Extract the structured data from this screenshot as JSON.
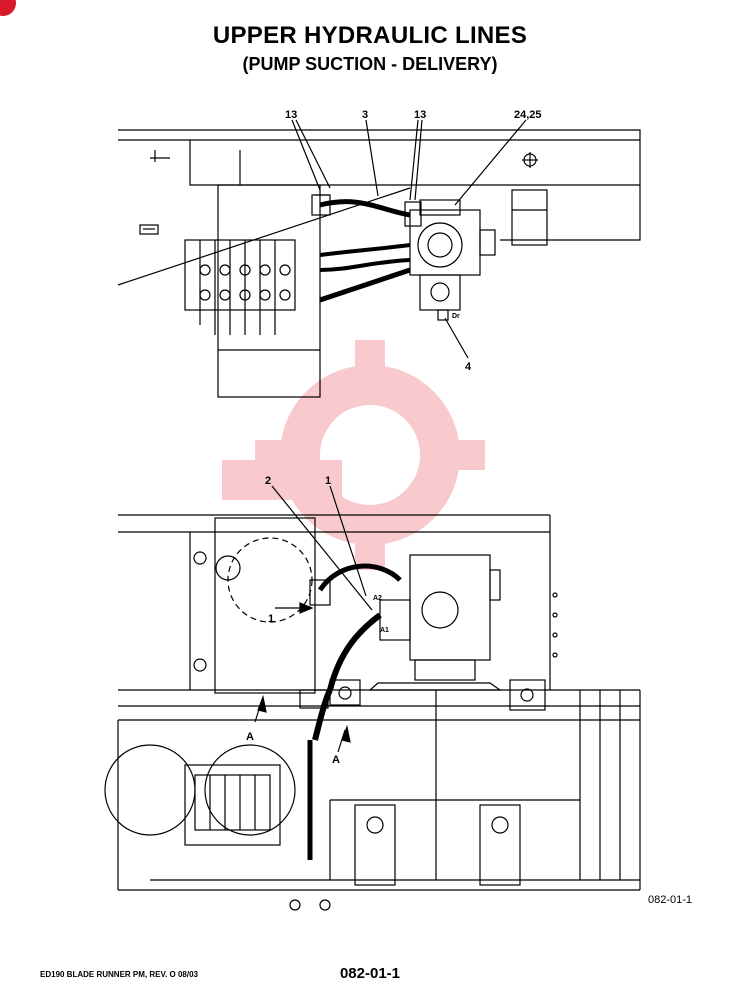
{
  "page": {
    "title": "UPPER HYDRAULIC LINES",
    "subtitle": "(PUMP SUCTION - DELIVERY)",
    "footer_left": "ED190 BLADE RUNNER PM, REV. O 08/03",
    "footer_page": "082-01-1",
    "figure_ref": "082-01-1"
  },
  "top_view": {
    "callouts": [
      "13",
      "3",
      "13",
      "24,25",
      "4"
    ],
    "port_label": "Dr"
  },
  "bottom_view": {
    "callouts": [
      "2",
      "1"
    ],
    "view_arrows": [
      "A",
      "A"
    ],
    "section_label": "1",
    "port_labels": [
      "A2",
      "A1"
    ]
  },
  "colors": {
    "ink": "#000000",
    "watermark": "#f3a0a5",
    "badge": "#d81b2a"
  }
}
